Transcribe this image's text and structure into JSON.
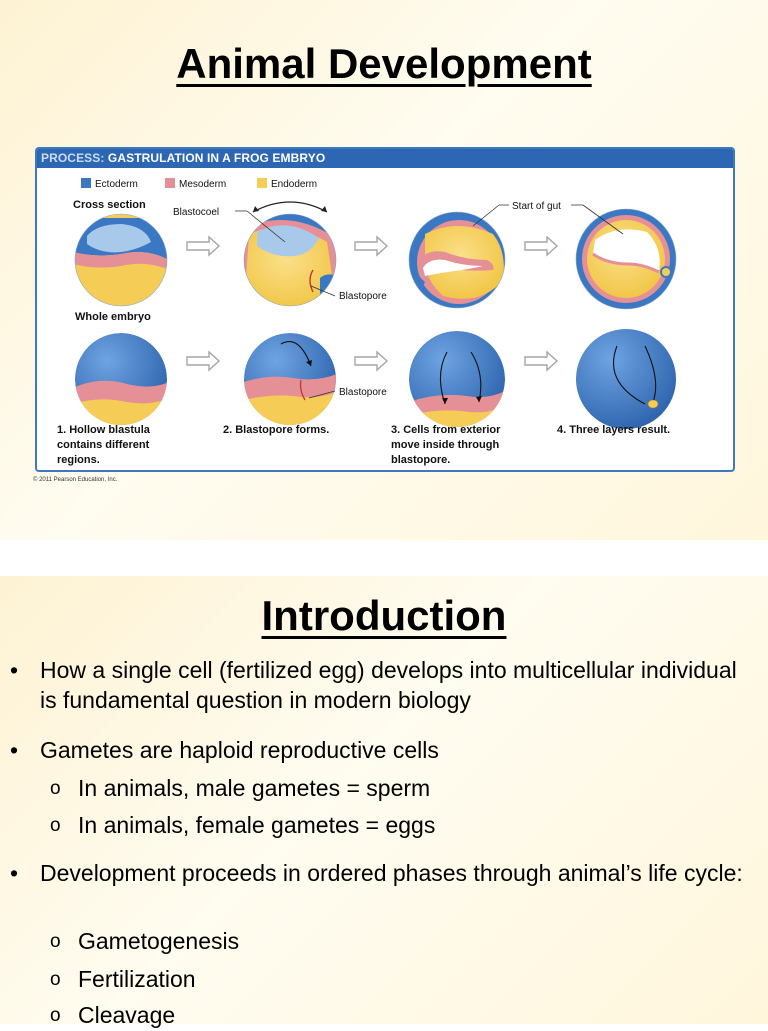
{
  "slide1": {
    "title": "Animal Development",
    "figure": {
      "header_prefix": "PROCESS:",
      "header_text": " GASTRULATION IN A FROG EMBRYO",
      "legend": [
        {
          "label": "Ectoderm",
          "color": "#3a78c4"
        },
        {
          "label": "Mesoderm",
          "color": "#e58f96"
        },
        {
          "label": "Endoderm",
          "color": "#f5cc55"
        }
      ],
      "row_labels": {
        "cross": "Cross section",
        "whole": "Whole embryo"
      },
      "callouts": {
        "blastocoel": "Blastocoel",
        "blastopore_top": "Blastopore",
        "start_of_gut": "Start of gut",
        "blastopore_bottom": "Blastopore"
      },
      "steps": [
        {
          "line1": "1. Hollow blastula",
          "line2": "contains different",
          "line3": "regions."
        },
        {
          "line1": "2. Blastopore forms.",
          "line2": "",
          "line3": ""
        },
        {
          "line1": "3. Cells from exterior",
          "line2": "move inside through",
          "line3": "blastopore."
        },
        {
          "line1": "4. Three layers result.",
          "line2": "",
          "line3": ""
        }
      ],
      "colors": {
        "ectoderm": "#3a78c4",
        "mesoderm": "#e58f96",
        "endoderm": "#f5cc55",
        "header_bg": "#2d66b2",
        "border": "#3e79c0"
      }
    },
    "copyright": "© 2011 Pearson Education, Inc."
  },
  "slide2": {
    "title": "Introduction",
    "bullets": [
      {
        "text": "How a single cell (fertilized egg) develops into multicellular individual is fundamental question in modern biology",
        "sub": []
      },
      {
        "text": "Gametes are haploid reproductive cells",
        "sub": [
          "In animals, male gametes = sperm",
          "In animals, female gametes = eggs"
        ]
      },
      {
        "text": "Development proceeds in ordered phases through animal’s life cycle:",
        "sub": [
          "Gametogenesis",
          "Fertilization",
          "Cleavage"
        ]
      }
    ],
    "sub_marker": "o"
  }
}
